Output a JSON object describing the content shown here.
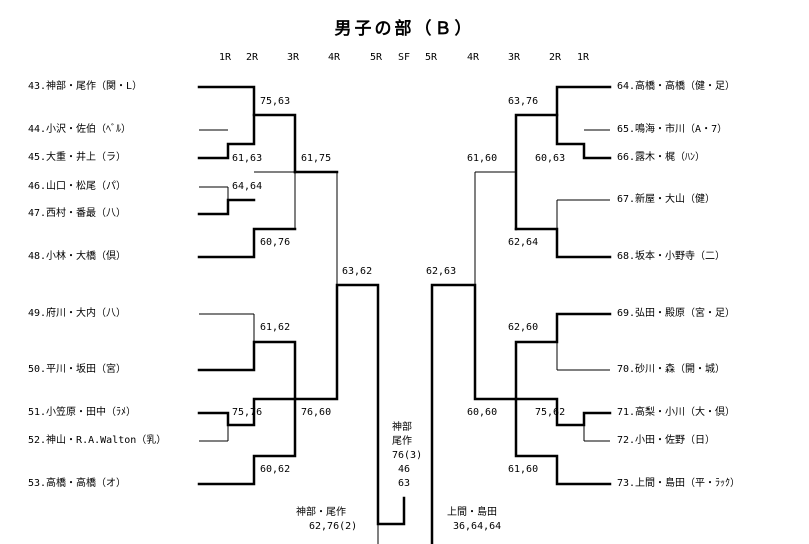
{
  "title": "男子の部（Ｂ）",
  "round_headers": {
    "left": [
      "1R",
      "2R",
      "3R",
      "4R",
      "5R"
    ],
    "center": "SF",
    "right": [
      "5R",
      "4R",
      "3R",
      "2R",
      "1R"
    ]
  },
  "left_players": [
    "43.神部・尾作（関・L）",
    "44.小沢・佐伯（ﾍﾞﾙ）",
    "45.大重・井上（ラ）",
    "46.山口・松尾（パ）",
    "47.西村・番最（八）",
    "48.小林・大橋（倶）",
    "49.府川・大内（八）",
    "50.平川・坂田（宮）",
    "51.小笠原・田中（ﾗﾒ）",
    "52.神山・R.A.Walton（乳）",
    "53.高橋・高橋（オ）"
  ],
  "right_players": [
    "64.高橋・高橋（健・足）",
    "65.鳴海・市川（A・7）",
    "66.露木・梶（ﾊﾝ）",
    "67.新屋・大山（健）",
    "68.坂本・小野寺（二）",
    "69.弘田・殿原（宮・足）",
    "70.砂川・森（開・城）",
    "71.高梨・小川（大・倶）",
    "72.小田・佐野（日）",
    "73.上間・島田（平・ﾗｯｸ）"
  ],
  "scores": {
    "l1": "75,63",
    "l2": "61,63",
    "l3": "64,64",
    "l4": "60,76",
    "l5": "61,75",
    "l6": "61,62",
    "l7": "75,76",
    "l8": "60,62",
    "l9": "76,60",
    "l10": "63,62",
    "r1": "63,76",
    "r2": "60,63",
    "r3": "61,60",
    "r4": "62,64",
    "r5": "62,60",
    "r6": "75,62",
    "r7": "60,60",
    "r8": "61,60",
    "r9": "62,63"
  },
  "final": {
    "winner_l1": "神部",
    "winner_l2": "尾作",
    "score_l1": "76(3)",
    "score_l2": "46",
    "score_l3": "63"
  },
  "bottom": {
    "left_name": "神部・尾作",
    "left_score": "62,76(2)",
    "right_name": "上間・島田",
    "right_score": "36,64,64"
  }
}
